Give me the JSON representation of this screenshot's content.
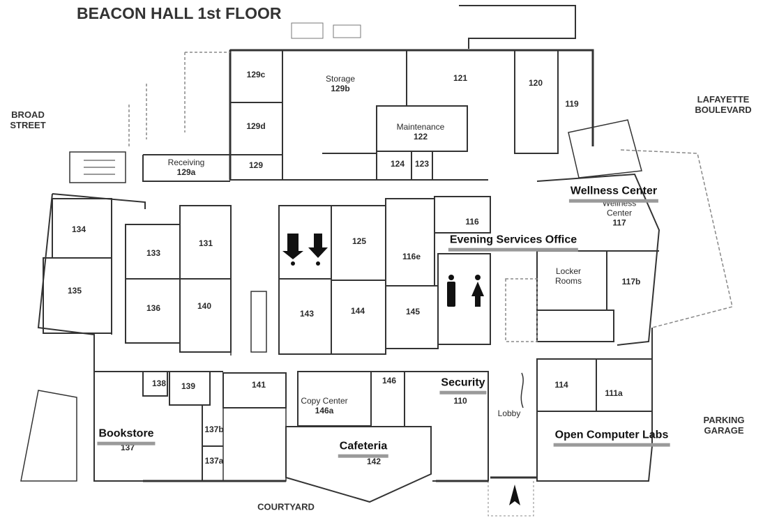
{
  "title": "BEACON HALL 1st FLOOR",
  "streets": {
    "broad": [
      "BROAD",
      "STREET"
    ],
    "lafayette": [
      "LAFAYETTE",
      "BOULEVARD"
    ],
    "parking": [
      "PARKING",
      "GARAGE"
    ],
    "courtyard": "COURTYARD"
  },
  "highlights": {
    "wellness": "Wellness Center",
    "evening": "Evening Services Office",
    "security": "Security",
    "bookstore": "Bookstore",
    "cafeteria": "Cafeteria",
    "labs": "Open Computer Labs"
  },
  "rooms": {
    "r129c": "129c",
    "r129b_name": "Storage",
    "r129b": "129b",
    "r121": "121",
    "r120": "120",
    "r119": "119",
    "r129d": "129d",
    "r122_name": "Maintenance",
    "r122": "122",
    "r129a_name": "Receiving",
    "r129a": "129a",
    "r129": "129",
    "r124": "124",
    "r123": "123",
    "r134": "134",
    "r133": "133",
    "r131": "131",
    "r125": "125",
    "r116": "116",
    "r116e": "116e",
    "r117_name1": "Wellness",
    "r117_name2": "Center",
    "r117": "117",
    "locker1": "Locker",
    "locker2": "Rooms",
    "r117b": "117b",
    "r135": "135",
    "r136": "136",
    "r140": "140",
    "r143": "143",
    "r144": "144",
    "r145": "145",
    "r138": "138",
    "r139": "139",
    "r141": "141",
    "r146": "146",
    "r146a_name": "Copy Center",
    "r146a": "146a",
    "r110": "110",
    "r114": "114",
    "r111a": "111a",
    "lobby": "Lobby",
    "r137b": "137b",
    "r137": "137",
    "r142": "142",
    "r137a": "137a"
  },
  "colors": {
    "wall": "#333333",
    "highlight_bar": "#9a9a9a",
    "text": "#2a2a2a"
  }
}
